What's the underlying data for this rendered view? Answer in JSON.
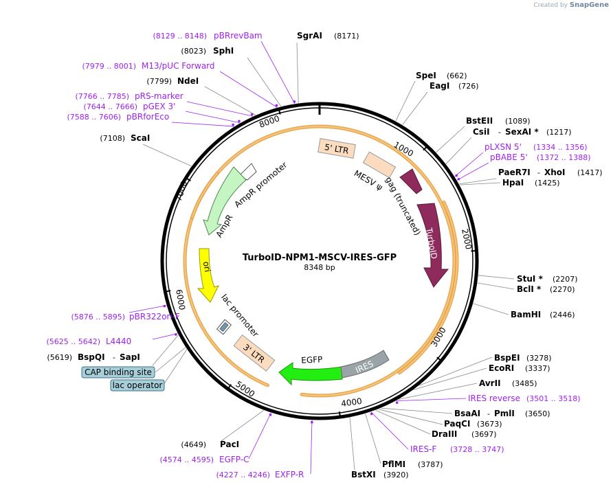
{
  "credit": {
    "prefix": "Created by",
    "brand": "SnapGene"
  },
  "plasmid": {
    "name": "TurboID-NPM1-MSCV-IRES-GFP",
    "length_label": "8348 bp"
  },
  "ticks": [
    "1000",
    "2000",
    "3000",
    "4000",
    "5000",
    "6000",
    "7000",
    "8000"
  ],
  "sites": {
    "sgrai": {
      "name": "SgrAI",
      "pos": "(8171)"
    },
    "sphi": {
      "name": "SphI",
      "pos": "(8023)"
    },
    "ndei": {
      "name": "NdeI",
      "pos": "(7799)"
    },
    "scai": {
      "name": "ScaI",
      "pos": "(7108)"
    },
    "spei": {
      "name": "SpeI",
      "pos": "(662)"
    },
    "eagi": {
      "name": "EagI",
      "pos": "(726)"
    },
    "bsteii": {
      "name": "BstEII",
      "pos": "(1089)"
    },
    "csii": {
      "name": "CsiI",
      "sep": "-",
      "name2": "SexAI *",
      "pos": "(1217)"
    },
    "paer7i": {
      "name": "PaeR7I",
      "sep": "-",
      "name2": "XhoI",
      "pos": "(1417)"
    },
    "hpai": {
      "name": "HpaI",
      "pos": "(1425)"
    },
    "stui": {
      "name": "StuI *",
      "pos": "(2207)"
    },
    "bcli": {
      "name": "BclI *",
      "pos": "(2270)"
    },
    "bamhi": {
      "name": "BamHI",
      "pos": "(2446)"
    },
    "bspei": {
      "name": "BspEI",
      "pos": "(3278)"
    },
    "ecori": {
      "name": "EcoRI",
      "pos": "(3337)"
    },
    "avrii": {
      "name": "AvrII",
      "pos": "(3485)"
    },
    "bsaai": {
      "name": "BsaAI",
      "sep": "-",
      "name2": "PmlI",
      "pos": "(3650)"
    },
    "paqci": {
      "name": "PaqCI",
      "pos": "(3673)"
    },
    "draiii": {
      "name": "DraIII",
      "pos": "(3697)"
    },
    "pflmi": {
      "name": "PflMI",
      "pos": "(3787)"
    },
    "bstxi": {
      "name": "BstXI",
      "pos": "(3920)"
    },
    "paci": {
      "name": "PacI",
      "pos": "(4649)"
    },
    "bspqi": {
      "name": "BspQI",
      "sep": "-",
      "name2": "SapI",
      "pos": "(5619)"
    }
  },
  "primers": {
    "pbrrevbam": {
      "name": "pBRrevBam",
      "pos": "(8129 .. 8148)"
    },
    "m13": {
      "name": "M13/pUC Forward",
      "pos": "(7979 .. 8001)"
    },
    "prs": {
      "name": "pRS-marker",
      "pos": "(7766 .. 7785)"
    },
    "pgex": {
      "name": "pGEX 3'",
      "pos": "(7644 .. 7666)"
    },
    "pbrforeco": {
      "name": "pBRforEco",
      "pos": "(7588 .. 7606)"
    },
    "plxsn": {
      "name": "pLXSN 5'",
      "pos": "(1334 .. 1356)"
    },
    "pbabe": {
      "name": "pBABE 5'",
      "pos": "(1372 .. 1388)"
    },
    "iresrev": {
      "name": "IRES reverse",
      "pos": "(3501 .. 3518)"
    },
    "iresf": {
      "name": "IRES-F",
      "pos": "(3728 .. 3747)"
    },
    "egfpc": {
      "name": "EGFP-C",
      "pos": "(4574 .. 4595)"
    },
    "exfpr": {
      "name": "EXFP-R",
      "pos": "(4227 .. 4246)"
    },
    "pbr322": {
      "name": "pBR322ori-F",
      "pos": "(5876 .. 5895)"
    },
    "l4440": {
      "name": "L4440",
      "pos": "(5625 .. 5642)"
    }
  },
  "features": {
    "ltr5": "5' LTR",
    "mesv": "MESV ψ",
    "gag": "gag (truncated)",
    "turboid": "TurboID",
    "ampr_promoter": "AmpR promoter",
    "ampr": "AmpR",
    "ori": "ori",
    "lac_promoter": "lac promoter",
    "ltr3": "3' LTR",
    "egfp": "EGFP",
    "ires": "IRES"
  },
  "boxed_features": {
    "cap": "CAP binding site",
    "lacop": "lac operator"
  },
  "colors": {
    "primer": "#a020f0",
    "ltr": "#fbdcbf",
    "gag": "#8e2a5c",
    "ampr": "#c6f5c4",
    "ori": "#ffff00",
    "egfp": "#22ee11",
    "ires": "#9aa3a8",
    "orf": "#f7c27a",
    "box": "#a6cfd9"
  }
}
